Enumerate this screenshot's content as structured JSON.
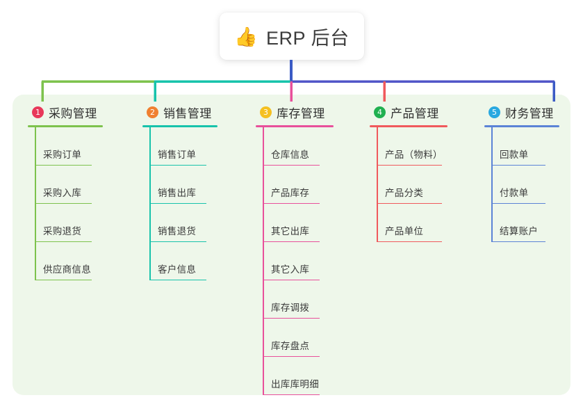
{
  "root": {
    "icon": "thumbs-up-icon",
    "emoji": "👍",
    "title": "ERP 后台"
  },
  "palette": {
    "panel_background": "#eef7ea",
    "page_background": "#ffffff",
    "trunk": "#3b5bc5",
    "bus_left": "#7dc24d",
    "bus_mid": "#17c3ab",
    "bus_right": "#5156c8",
    "text": "#3a3a3a"
  },
  "columns": [
    {
      "index": "1",
      "title": "采购管理",
      "badge_color": "#e8385a",
      "line_color": "#7dc24d",
      "drop_color": "#7dc24d",
      "items": [
        "采购订单",
        "采购入库",
        "采购退货",
        "供应商信息"
      ]
    },
    {
      "index": "2",
      "title": "销售管理",
      "badge_color": "#f08030",
      "line_color": "#17c3ab",
      "drop_color": "#17c3ab",
      "items": [
        "销售订单",
        "销售出库",
        "销售退货",
        "客户信息"
      ]
    },
    {
      "index": "3",
      "title": "库存管理",
      "badge_color": "#f5c020",
      "line_color": "#e8509b",
      "drop_color": "#e8509b",
      "items": [
        "仓库信息",
        "产品库存",
        "其它出库",
        "其它入库",
        "库存调拨",
        "库存盘点",
        "出库库明细"
      ]
    },
    {
      "index": "4",
      "title": "产品管理",
      "badge_color": "#20b050",
      "line_color": "#f0595c",
      "drop_color": "#f0595c",
      "items": [
        "产品（物料）",
        "产品分类",
        "产品单位"
      ]
    },
    {
      "index": "5",
      "title": "财务管理",
      "badge_color": "#29a8e0",
      "line_color": "#5b83d6",
      "drop_color": "#3b5bc5",
      "items": [
        "回款单",
        "付款单",
        "结算账户"
      ]
    }
  ]
}
